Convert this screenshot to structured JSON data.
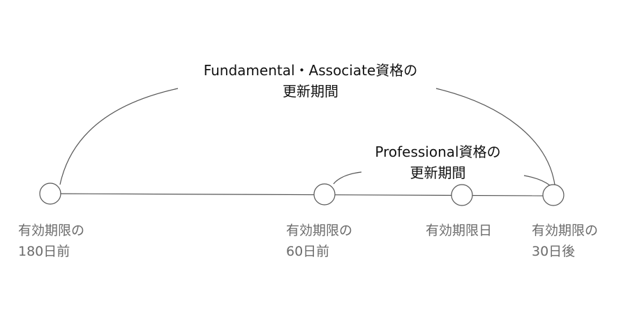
{
  "periods": [
    {
      "id": "fundamental-associate",
      "lines": [
        "Fundamental・Associate資格の",
        "更新期間"
      ]
    },
    {
      "id": "professional",
      "lines": [
        "Professional資格の",
        "更新期間"
      ]
    }
  ],
  "ticks": [
    {
      "id": "180-before",
      "lines": [
        "有効期限の",
        "180日前"
      ]
    },
    {
      "id": "60-before",
      "lines": [
        "有効期限の",
        "60日前"
      ]
    },
    {
      "id": "expiry",
      "lines": [
        "有効期限日"
      ]
    },
    {
      "id": "30-after",
      "lines": [
        "有効期限の",
        "30日後"
      ]
    }
  ],
  "colors": {
    "stroke": "#555555",
    "tick_text": "#6b6b6b",
    "period_text": "#111111"
  }
}
